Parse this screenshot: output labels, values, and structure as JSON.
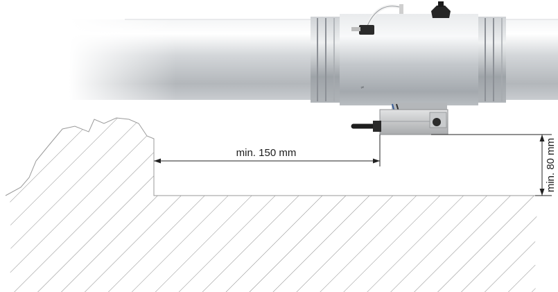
{
  "dimensions": {
    "horizontal_clearance": "min. 150 mm",
    "vertical_clearance": "min. 80 mm"
  },
  "colors": {
    "duct_light": "#dfe1e3",
    "duct_mid": "#b9bcc0",
    "duct_dark": "#8f9398",
    "hatch": "#7a7a7a",
    "dimension_line": "#222222"
  },
  "icons": {
    "duct": "ventilation-duct-icon",
    "damper": "damper-unit-icon",
    "actuator": "actuator-box-icon",
    "wall": "wall-section-hatch"
  }
}
